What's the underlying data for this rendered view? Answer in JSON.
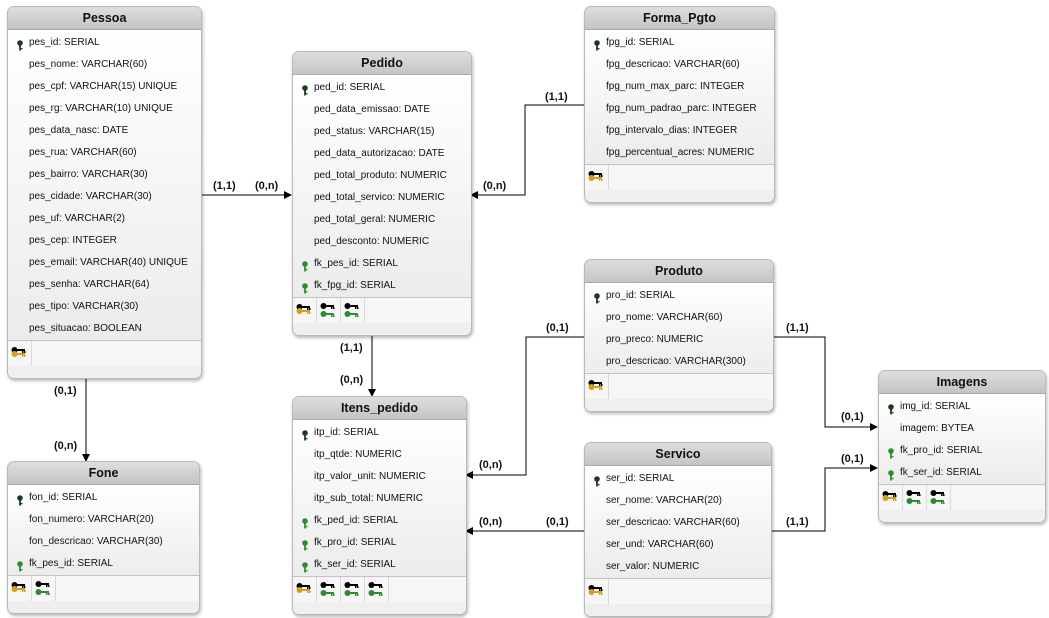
{
  "entities": {
    "pessoa": {
      "title": "Pessoa",
      "fields": [
        {
          "label": "pes_id: SERIAL",
          "key": "pk"
        },
        {
          "label": "pes_nome: VARCHAR(60)",
          "key": ""
        },
        {
          "label": "pes_cpf: VARCHAR(15) UNIQUE",
          "key": ""
        },
        {
          "label": "pes_rg: VARCHAR(10) UNIQUE",
          "key": ""
        },
        {
          "label": "pes_data_nasc: DATE",
          "key": ""
        },
        {
          "label": "pes_rua: VARCHAR(60)",
          "key": ""
        },
        {
          "label": "pes_bairro: VARCHAR(30)",
          "key": ""
        },
        {
          "label": "pes_cidade: VARCHAR(30)",
          "key": ""
        },
        {
          "label": "pes_uf: VARCHAR(2)",
          "key": ""
        },
        {
          "label": "pes_cep: INTEGER",
          "key": ""
        },
        {
          "label": "pes_email: VARCHAR(40) UNIQUE",
          "key": ""
        },
        {
          "label": "pes_senha: VARCHAR(64)",
          "key": ""
        },
        {
          "label": "pes_tipo: VARCHAR(30)",
          "key": ""
        },
        {
          "label": "pes_situacao: BOOLEAN",
          "key": ""
        }
      ],
      "footer_icons": [
        "pk"
      ]
    },
    "pedido": {
      "title": "Pedido",
      "fields": [
        {
          "label": "ped_id: SERIAL",
          "key": "pk"
        },
        {
          "label": "ped_data_emissao: DATE",
          "key": ""
        },
        {
          "label": "ped_status: VARCHAR(15)",
          "key": ""
        },
        {
          "label": "ped_data_autorizacao: DATE",
          "key": ""
        },
        {
          "label": "ped_total_produto: NUMERIC",
          "key": ""
        },
        {
          "label": "ped_total_servico: NUMERIC",
          "key": ""
        },
        {
          "label": "ped_total_geral: NUMERIC",
          "key": ""
        },
        {
          "label": "ped_desconto: NUMERIC",
          "key": ""
        },
        {
          "label": "fk_pes_id: SERIAL",
          "key": "fk"
        },
        {
          "label": "fk_fpg_id: SERIAL",
          "key": "fk"
        }
      ],
      "footer_icons": [
        "pk",
        "fk",
        "fk"
      ]
    },
    "forma_pgto": {
      "title": "Forma_Pgto",
      "fields": [
        {
          "label": "fpg_id: SERIAL",
          "key": "pk"
        },
        {
          "label": "fpg_descricao: VARCHAR(60)",
          "key": ""
        },
        {
          "label": "fpg_num_max_parc: INTEGER",
          "key": ""
        },
        {
          "label": "fpg_num_padrao_parc: INTEGER",
          "key": ""
        },
        {
          "label": "fpg_intervalo_dias: INTEGER",
          "key": ""
        },
        {
          "label": "fpg_percentual_acres: NUMERIC",
          "key": ""
        }
      ],
      "footer_icons": [
        "pk"
      ]
    },
    "produto": {
      "title": "Produto",
      "fields": [
        {
          "label": "pro_id: SERIAL",
          "key": "pk"
        },
        {
          "label": "pro_nome: VARCHAR(60)",
          "key": ""
        },
        {
          "label": "pro_preco: NUMERIC",
          "key": ""
        },
        {
          "label": "pro_descricao: VARCHAR(300)",
          "key": ""
        }
      ],
      "footer_icons": [
        "pk"
      ]
    },
    "imagens": {
      "title": "Imagens",
      "fields": [
        {
          "label": "img_id: SERIAL",
          "key": "pk"
        },
        {
          "label": "imagem: BYTEA",
          "key": ""
        },
        {
          "label": "fk_pro_id: SERIAL",
          "key": "fk"
        },
        {
          "label": "fk_ser_id: SERIAL",
          "key": "fk"
        }
      ],
      "footer_icons": [
        "pk",
        "fk",
        "fk"
      ]
    },
    "itens_pedido": {
      "title": "Itens_pedido",
      "fields": [
        {
          "label": "itp_id: SERIAL",
          "key": "pk"
        },
        {
          "label": "itp_qtde: NUMERIC",
          "key": ""
        },
        {
          "label": "itp_valor_unit: NUMERIC",
          "key": ""
        },
        {
          "label": "itp_sub_total: NUMERIC",
          "key": ""
        },
        {
          "label": "fk_ped_id: SERIAL",
          "key": "fk"
        },
        {
          "label": "fk_pro_id: SERIAL",
          "key": "fk"
        },
        {
          "label": "fk_ser_id: SERIAL",
          "key": "fk"
        }
      ],
      "footer_icons": [
        "pk",
        "fk",
        "fk",
        "fk"
      ]
    },
    "servico": {
      "title": "Servico",
      "fields": [
        {
          "label": "ser_id: SERIAL",
          "key": "pk"
        },
        {
          "label": "ser_nome: VARCHAR(20)",
          "key": ""
        },
        {
          "label": "ser_descricao: VARCHAR(60)",
          "key": ""
        },
        {
          "label": "ser_und: VARCHAR(60)",
          "key": ""
        },
        {
          "label": "ser_valor: NUMERIC",
          "key": ""
        }
      ],
      "footer_icons": [
        "pk"
      ]
    },
    "fone": {
      "title": "Fone",
      "fields": [
        {
          "label": "fon_id: SERIAL",
          "key": "pk"
        },
        {
          "label": "fon_numero: VARCHAR(20)",
          "key": ""
        },
        {
          "label": "fon_descricao: VARCHAR(30)",
          "key": ""
        },
        {
          "label": "fk_pes_id: SERIAL",
          "key": "fk"
        }
      ],
      "footer_icons": [
        "pk",
        "fk"
      ]
    }
  },
  "relationships": [
    {
      "from": "pessoa",
      "to": "pedido",
      "from_card": "(1,1)",
      "to_card": "(0,n)"
    },
    {
      "from": "forma_pgto",
      "to": "pedido",
      "from_card": "(1,1)",
      "to_card": "(0,n)"
    },
    {
      "from": "pessoa",
      "to": "fone",
      "from_card": "(0,1)",
      "to_card": "(0,n)"
    },
    {
      "from": "pedido",
      "to": "itens_pedido",
      "from_card": "(1,1)",
      "to_card": "(0,n)"
    },
    {
      "from": "produto",
      "to": "itens_pedido",
      "from_card": "(0,1)",
      "to_card": "(0,n)"
    },
    {
      "from": "servico",
      "to": "itens_pedido",
      "from_card": "(0,1)",
      "to_card": "(0,n)"
    },
    {
      "from": "produto",
      "to": "imagens",
      "from_card": "(1,1)",
      "to_card": "(0,1)"
    },
    {
      "from": "servico",
      "to": "imagens",
      "from_card": "(1,1)",
      "to_card": "(0,1)"
    }
  ],
  "colors": {
    "pk_key": "#1e3a1e",
    "fk_key": "#2e8b2e",
    "footer_key": "#d4a017",
    "line": "#000000"
  }
}
